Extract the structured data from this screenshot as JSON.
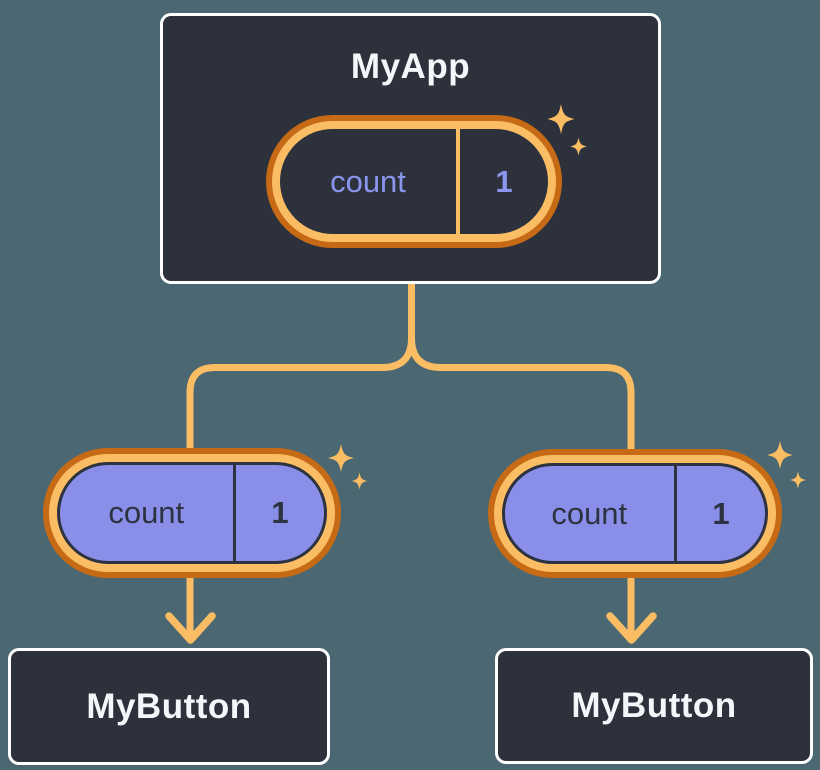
{
  "diagram": {
    "root": {
      "title": "MyApp",
      "state": {
        "label": "count",
        "value": "1"
      }
    },
    "children": [
      {
        "title": "MyButton",
        "state": {
          "label": "count",
          "value": "1"
        }
      },
      {
        "title": "MyButton",
        "state": {
          "label": "count",
          "value": "1"
        }
      }
    ]
  },
  "icons": {
    "sparkle": "sparkle-icon"
  },
  "palette": {
    "background": "#4B6772",
    "panel": "#2C313C",
    "panel_border": "#FFFFFF",
    "accent_orange": "#FBBD64",
    "accent_orange_dark": "#C66A15",
    "periwinkle": "#898FE8",
    "periwinkle_text": "#8A96EE",
    "dark_text": "#2D3240",
    "light_text": "#F4F6F9"
  }
}
